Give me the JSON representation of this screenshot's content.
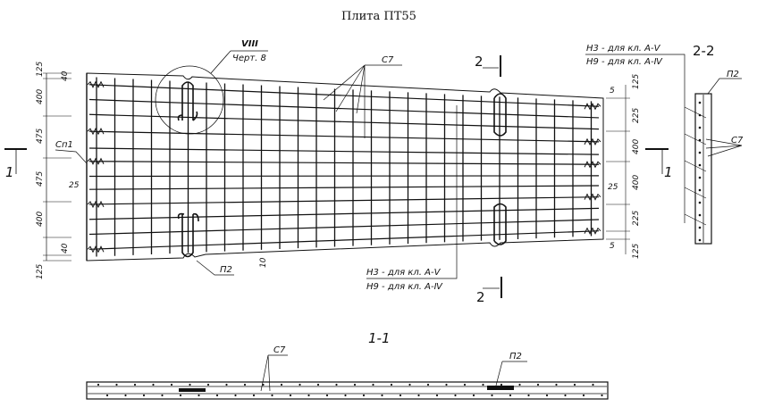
{
  "title": "Плита ПТ55",
  "labels": {
    "detail": "VIII",
    "detail_ref": "Черт. 8",
    "c7": "С7",
    "cn1": "Сп1",
    "p2": "П2",
    "h3": "Н3 - для кл. А-Ⅴ",
    "h9": "Н9 - для кл. А-Ⅳ",
    "section1": "1",
    "section2": "2",
    "section_1_1": "1-1",
    "section_2_2": "2-2"
  },
  "dims_left": [
    "125",
    "40",
    "400",
    "475",
    "475",
    "400",
    "40",
    "125",
    "25"
  ],
  "dims_right": [
    "5",
    "125",
    "225",
    "400",
    "400",
    "225",
    "5",
    "125",
    "25"
  ],
  "dim_bottom": "10",
  "colors": {
    "ink": "#111111",
    "paper": "#ffffff"
  }
}
